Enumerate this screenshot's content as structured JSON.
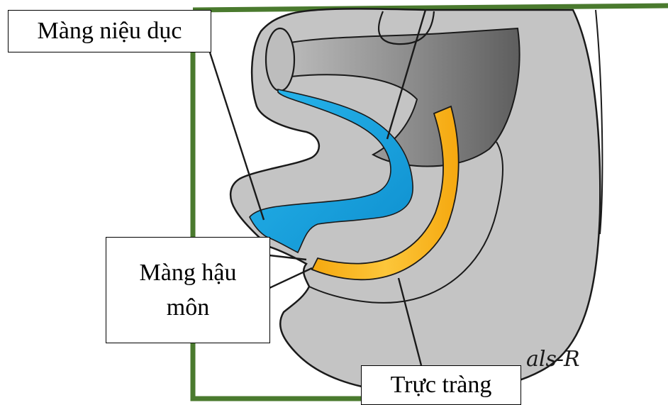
{
  "labels": {
    "urogenital_membrane": "Màng niệu dục",
    "anal_membrane_line1": "Màng hậu",
    "anal_membrane_line2": "môn",
    "rectum": "Trực tràng"
  },
  "signature": "als-R",
  "colors": {
    "frame": "#4a7a2e",
    "tissue_gray": "#c4c4c4",
    "tissue_dark": "#6e6e6e",
    "urogenital_sinus_blue": "#1ea9e3",
    "rectum_orange": "#f7b21b",
    "outline": "#1a1a1a"
  }
}
